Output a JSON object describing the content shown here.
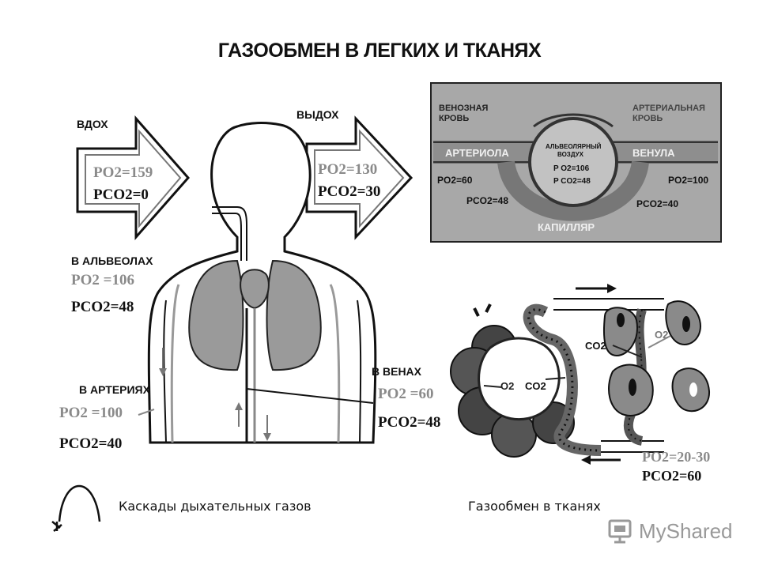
{
  "title": "ГАЗООБМЕН В ЛЕГКИХ И ТКАНЯХ",
  "inhale": {
    "label": "ВДОХ",
    "po2": "PO2=159",
    "pco2": "PCO2=0"
  },
  "exhale": {
    "label": "ВЫДОХ",
    "po2": "PO2=130",
    "pco2": "PCO2=30"
  },
  "alveoli": {
    "label": "В АЛЬВЕОЛАХ",
    "po2": "PO2 =106",
    "pco2": "PCO2=48"
  },
  "arteries": {
    "label": "В АРТЕРИЯХ",
    "po2": "PO2 =100",
    "pco2": "PCO2=40"
  },
  "veins": {
    "label": "В ВЕНАХ",
    "po2": "PO2 =60",
    "pco2": "PCO2=48"
  },
  "inset": {
    "venous_blood": "ВЕНОЗНАЯ КРОВЬ",
    "arterial_blood": "АРТЕРИАЛЬНАЯ КРОВЬ",
    "arteriole": "АРТЕРИОЛА",
    "venule": "ВЕНУЛА",
    "capillary": "КАПИЛЛЯР",
    "alveolar_air": "АЛЬВЕОЛЯРНЫЙ ВОЗДУХ",
    "alveolar_po2": "P O2=106",
    "alveolar_pco2": "P CO2=48",
    "left_po2": "PO2=60",
    "left_pco2": "PCO2=48",
    "right_po2": "PO2=100",
    "right_pco2": "PCO2=40"
  },
  "tissue": {
    "o2_left": "O2",
    "co2_left": "CO2",
    "co2_right": "CO2",
    "o2_right": "O2",
    "po2": "PO2=20-30",
    "pco2": "PCO2=60"
  },
  "captions": {
    "cascade": "Каскады дыхательных газов",
    "tissue": "Газообмен в тканях"
  },
  "watermark": "MyShared",
  "colors": {
    "grey_text": "#8a8a8a",
    "organ": "#9a9a9a",
    "inset_bg": "#a8a8a8"
  }
}
